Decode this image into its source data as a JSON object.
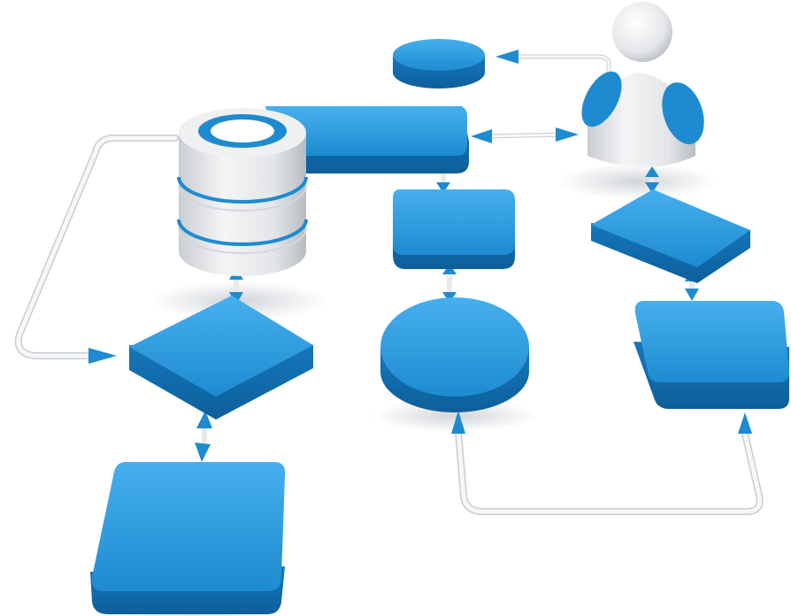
{
  "image": {
    "title": "",
    "description_visible_text": ""
  },
  "diagram": {
    "nodes": [
      {
        "id": "db",
        "shape": "database-cylinder",
        "color": "#e9eaec",
        "accent": "#1e8bd0"
      },
      {
        "id": "top-oval",
        "shape": "cylinder",
        "color": "#1e8bd0"
      },
      {
        "id": "top-bar",
        "shape": "box",
        "color": "#1e8bd0"
      },
      {
        "id": "user",
        "shape": "person-figure",
        "color": "#e9eaec",
        "accent": "#1e8bd0"
      },
      {
        "id": "mid-box",
        "shape": "box",
        "color": "#1e8bd0"
      },
      {
        "id": "right-diamond",
        "shape": "diamond",
        "color": "#1e8bd0"
      },
      {
        "id": "left-diamond",
        "shape": "diamond",
        "color": "#1e8bd0"
      },
      {
        "id": "center-circle",
        "shape": "cylinder",
        "color": "#1e8bd0"
      },
      {
        "id": "right-box",
        "shape": "box",
        "color": "#1e8bd0"
      },
      {
        "id": "bottom-box",
        "shape": "box",
        "color": "#1e8bd0"
      }
    ],
    "connectors": [
      {
        "from": "user",
        "to": "top-oval"
      },
      {
        "from": "user",
        "to": "top-bar"
      },
      {
        "from": "db",
        "to": "left-diamond"
      },
      {
        "from": "top-bar",
        "to": "mid-box"
      },
      {
        "from": "mid-box",
        "to": "center-circle"
      },
      {
        "from": "user",
        "to": "right-diamond"
      },
      {
        "from": "right-diamond",
        "to": "right-box"
      },
      {
        "from": "left-diamond",
        "to": "bottom-box"
      },
      {
        "from": "center-circle",
        "to": "right-box"
      }
    ],
    "colors": {
      "primary": "#1e8bd0",
      "primary_dark": "#0d5f9b",
      "primary_light": "#4fb1ea",
      "neutral": "#e9eaec",
      "neutral_dark": "#b8bcc2",
      "pipe": "#f1f2f4",
      "pipe_edge": "#c9ccd1"
    }
  }
}
